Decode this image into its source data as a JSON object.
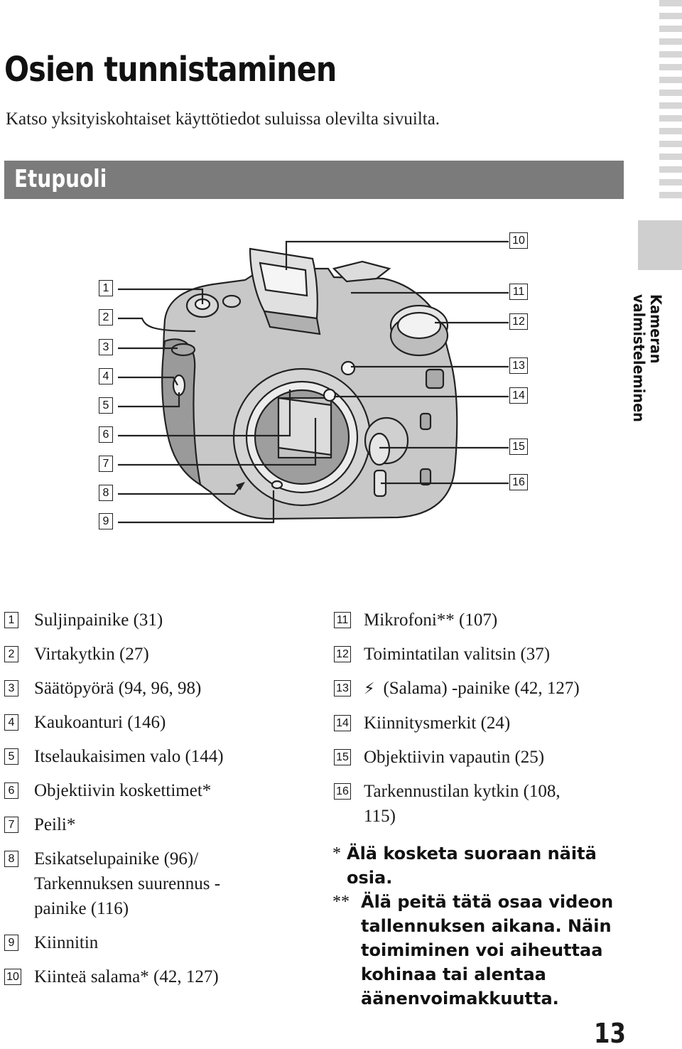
{
  "header": {
    "title": "Osien tunnistaminen",
    "intro": "Katso yksityiskohtaiset käyttötiedot suluissa olevilta sivuilta.",
    "section": "Etupuoli",
    "side_tab": "Kameran valmisteleminen"
  },
  "callouts": {
    "c1": "1",
    "c2": "2",
    "c3": "3",
    "c4": "4",
    "c5": "5",
    "c6": "6",
    "c7": "7",
    "c8": "8",
    "c9": "9",
    "c10": "10",
    "c11": "11",
    "c12": "12",
    "c13": "13",
    "c14": "14",
    "c15": "15",
    "c16": "16"
  },
  "parts_left": [
    {
      "num": "1",
      "text": "Suljinpainike (31)"
    },
    {
      "num": "2",
      "text": "Virtakytkin (27)"
    },
    {
      "num": "3",
      "text": "Säätöpyörä (94, 96, 98)"
    },
    {
      "num": "4",
      "text": "Kaukoanturi (146)"
    },
    {
      "num": "5",
      "text": "Itselaukaisimen valo (144)"
    },
    {
      "num": "6",
      "text": "Objektiivin koskettimet*"
    },
    {
      "num": "7",
      "text": "Peili*"
    },
    {
      "num": "8",
      "text": "Esikatselupainike (96)/ Tarkennuksen suurennus -painike (116)"
    },
    {
      "num": "9",
      "text": "Kiinnitin"
    },
    {
      "num": "10",
      "text": "Kiinteä salama* (42, 127)"
    }
  ],
  "parts_right": [
    {
      "num": "11",
      "text": "Mikrofoni** (107)"
    },
    {
      "num": "12",
      "text": "Toimintatilan valitsin (37)"
    },
    {
      "num": "13",
      "icon": "flash-icon",
      "text": "(Salama) -painike (42, 127)"
    },
    {
      "num": "14",
      "text": "Kiinnitysmerkit (24)"
    },
    {
      "num": "15",
      "text": "Objektiivin vapautin (25)"
    },
    {
      "num": "16",
      "text": "Tarkennustilan kytkin (108, 115)"
    }
  ],
  "notes": [
    {
      "mark": "*",
      "text": "Älä kosketa suoraan näitä osia."
    },
    {
      "mark": "**",
      "text": "Älä peitä tätä osaa videon tallennuksen aikana. Näin toimiminen voi aiheuttaa kohinaa tai alentaa äänenvoimakkuutta."
    }
  ],
  "page_number": "13"
}
